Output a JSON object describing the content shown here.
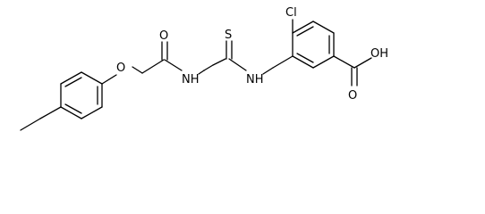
{
  "structure": {
    "atoms": {
      "chlorine": "Cl",
      "sulfur": "S",
      "thioamide_nh": "NH",
      "amide_nh": "NH",
      "amide_oxygen": "O",
      "ether_oxygen": "O",
      "acid_hydroxyl": "OH",
      "acid_carbonyl_oxygen": "O"
    }
  },
  "colors": {
    "bond": "#000000",
    "background": "#ffffff"
  }
}
